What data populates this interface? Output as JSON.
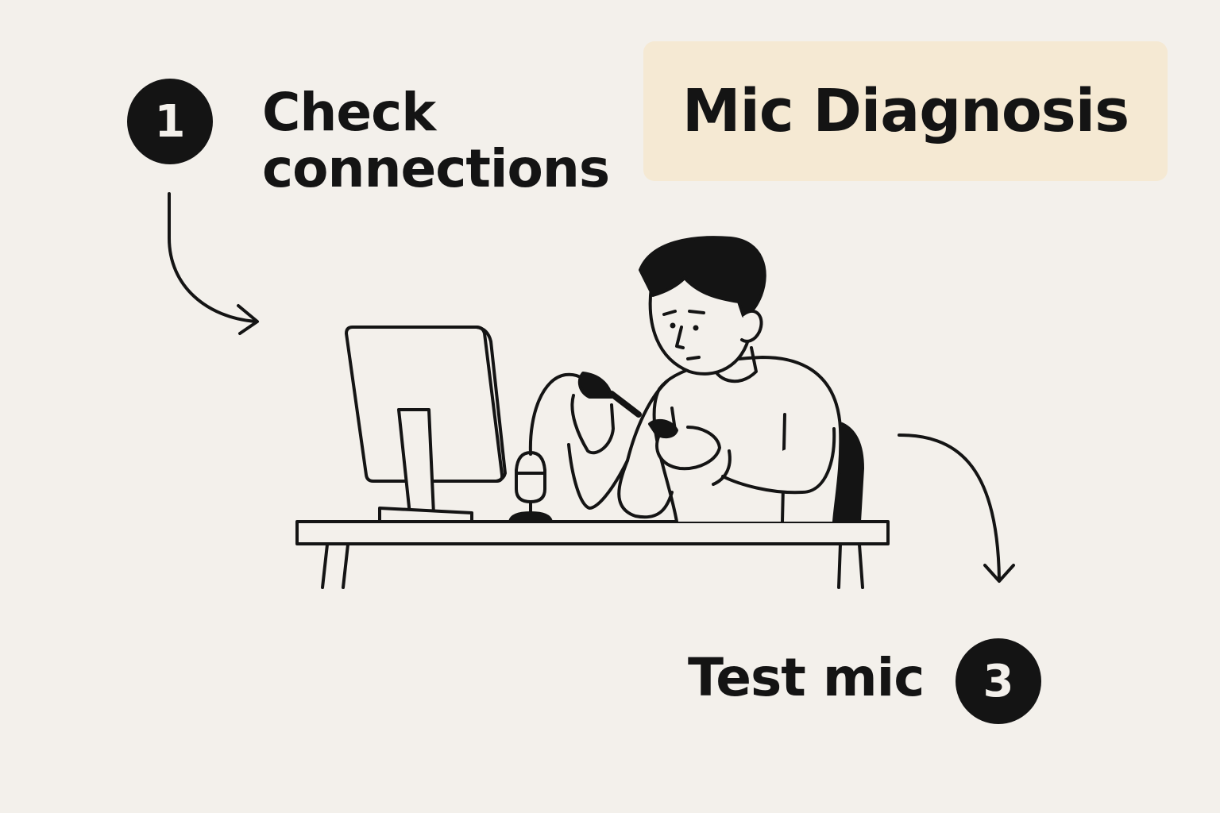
{
  "title": "Mic Diagnosis",
  "steps": [
    {
      "number": "1",
      "label_line1": "Check",
      "label_line2": "connections"
    },
    {
      "number": "3",
      "label": "Test mic"
    }
  ],
  "colors": {
    "background": "#f3f0eb",
    "title_box": "#f5e9d3",
    "ink": "#141414"
  },
  "icons": [
    "arrow-curved-right-icon",
    "arrow-curved-down-icon",
    "person-at-desk-illustration",
    "monitor-icon",
    "desk-microphone-icon"
  ]
}
